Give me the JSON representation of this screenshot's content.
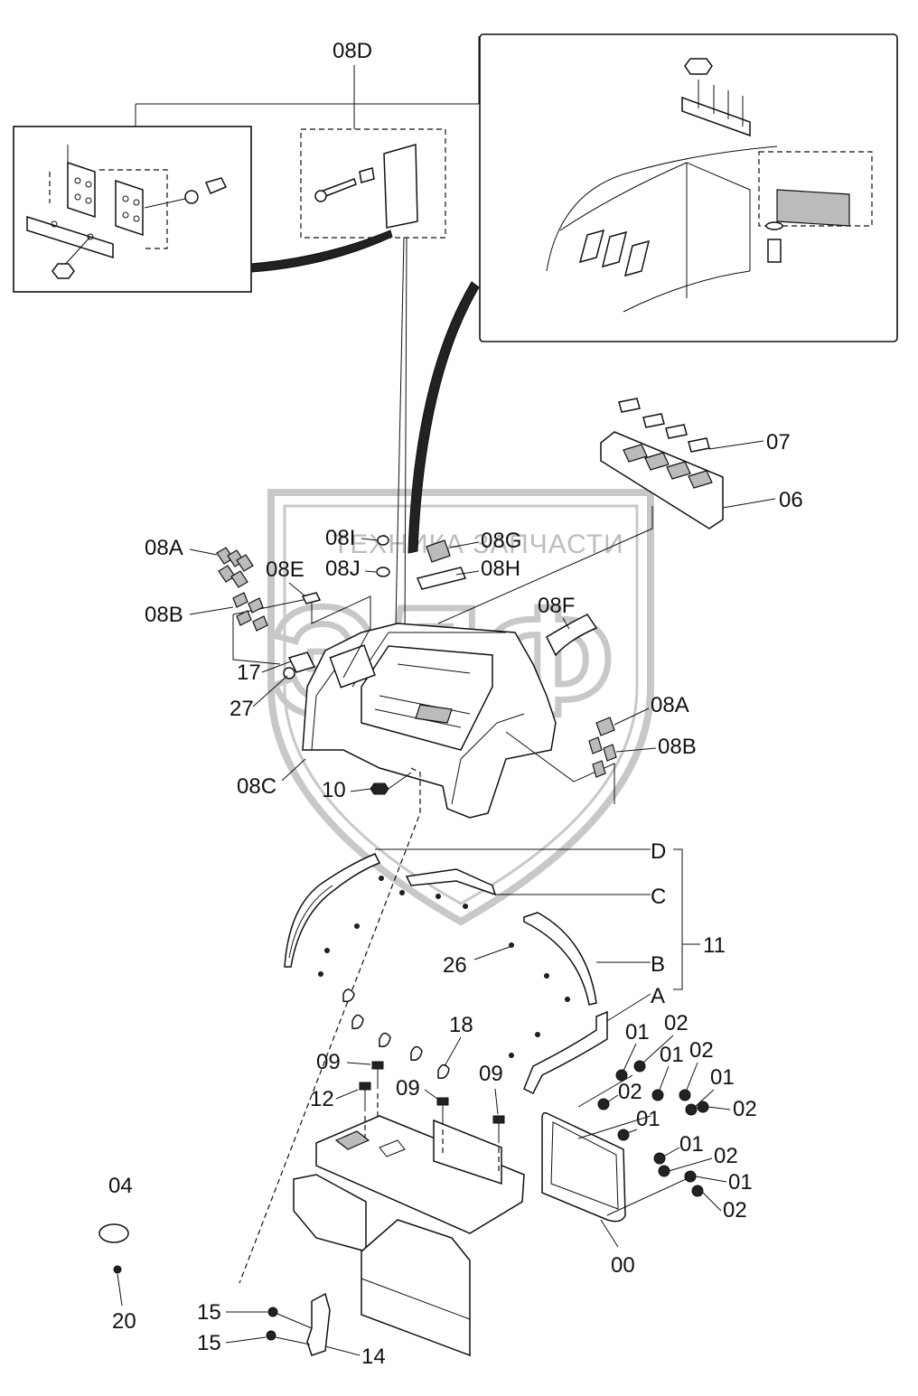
{
  "watermark": {
    "caption": "ТЕХНИКА  ЗАПЧАСТИ",
    "logo_letters": "ЭЛФ"
  },
  "labels": {
    "l08D": "08D",
    "l07": "07",
    "l06": "06",
    "l08I": "08I",
    "l08G": "08G",
    "l08J": "08J",
    "l08H": "08H",
    "l08A_left": "08A",
    "l08E": "08E",
    "l08B_left": "08B",
    "l08F": "08F",
    "l17": "17",
    "l27": "27",
    "l08A_right": "08A",
    "l08B_right": "08B",
    "l08C": "08C",
    "l10": "10",
    "lD": "D",
    "lC": "C",
    "l11": "11",
    "lB": "B",
    "l26": "26",
    "lA": "A",
    "l01_a": "01",
    "l02_a": "02",
    "l01_b": "01",
    "l02_b": "02",
    "l18": "18",
    "l09_a": "09",
    "l09_b": "09",
    "l09_c": "09",
    "l12": "12",
    "l02_c": "02",
    "l01_c": "01",
    "l02_d": "02",
    "l01_d": "01",
    "l01_e": "01",
    "l02_e": "02",
    "l01_f": "01",
    "l02_f": "02",
    "l04": "04",
    "l00": "00",
    "l20": "20",
    "l15_a": "15",
    "l15_b": "15",
    "l14": "14"
  }
}
